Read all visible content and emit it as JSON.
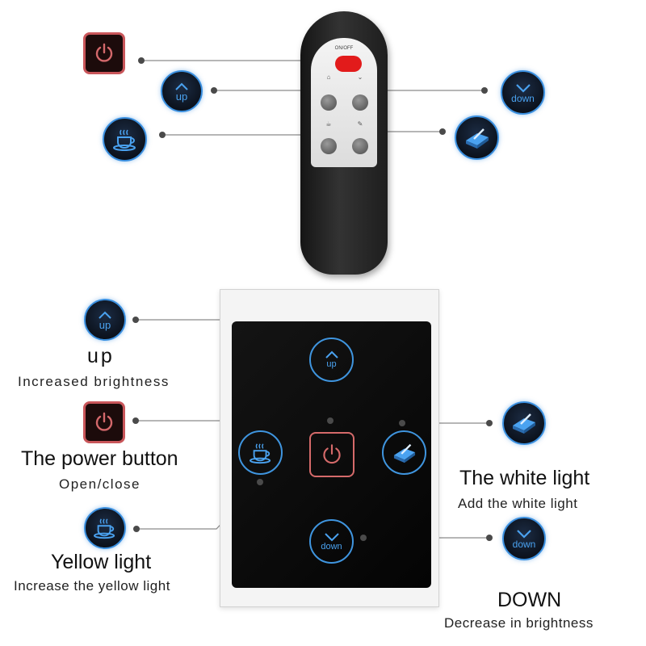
{
  "remote": {
    "label": "ON/OFF",
    "colors": {
      "power": "#e21b1b"
    }
  },
  "icons": {
    "up_text": "up",
    "down_text": "down"
  },
  "labels": {
    "up_title": "up",
    "up_desc": "Increased brightness",
    "power_title": "The power button",
    "power_desc": "Open/close",
    "white_title": "The white light",
    "white_desc": "Add the white light",
    "yellow_title": "Yellow light",
    "yellow_desc": "Increase the yellow light",
    "down_title": "DOWN",
    "down_desc": "Decrease in brightness"
  },
  "colors": {
    "accent_blue": "#3b90e0",
    "accent_red": "#c9565a",
    "panel": "#050505"
  }
}
